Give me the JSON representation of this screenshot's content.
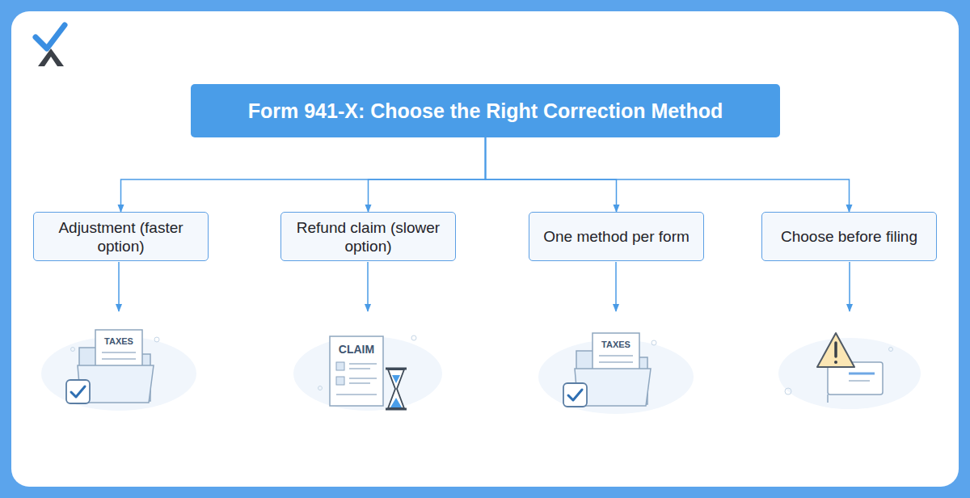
{
  "diagram": {
    "nodes": [
      {
        "text": [
          "Form 941-X: Choose the Right Correction Method"
        ]
      },
      {
        "text": [
          "Adjustment (faster option)"
        ]
      },
      {
        "text": [
          "Refund claim (slower option)"
        ]
      },
      {
        "text": [
          "One method per form"
        ]
      },
      {
        "text": [
          "Choose before filing"
        ]
      }
    ],
    "edges": [
      {
        "from": 0,
        "to": 1,
        "arrow": "to"
      },
      {
        "from": 0,
        "to": 2,
        "arrow": "to"
      },
      {
        "from": 0,
        "to": 3,
        "arrow": "to"
      },
      {
        "from": 0,
        "to": 4,
        "arrow": "to"
      }
    ],
    "labels": [
      "TAXES",
      "CLAIM",
      "TAXES"
    ]
  }
}
